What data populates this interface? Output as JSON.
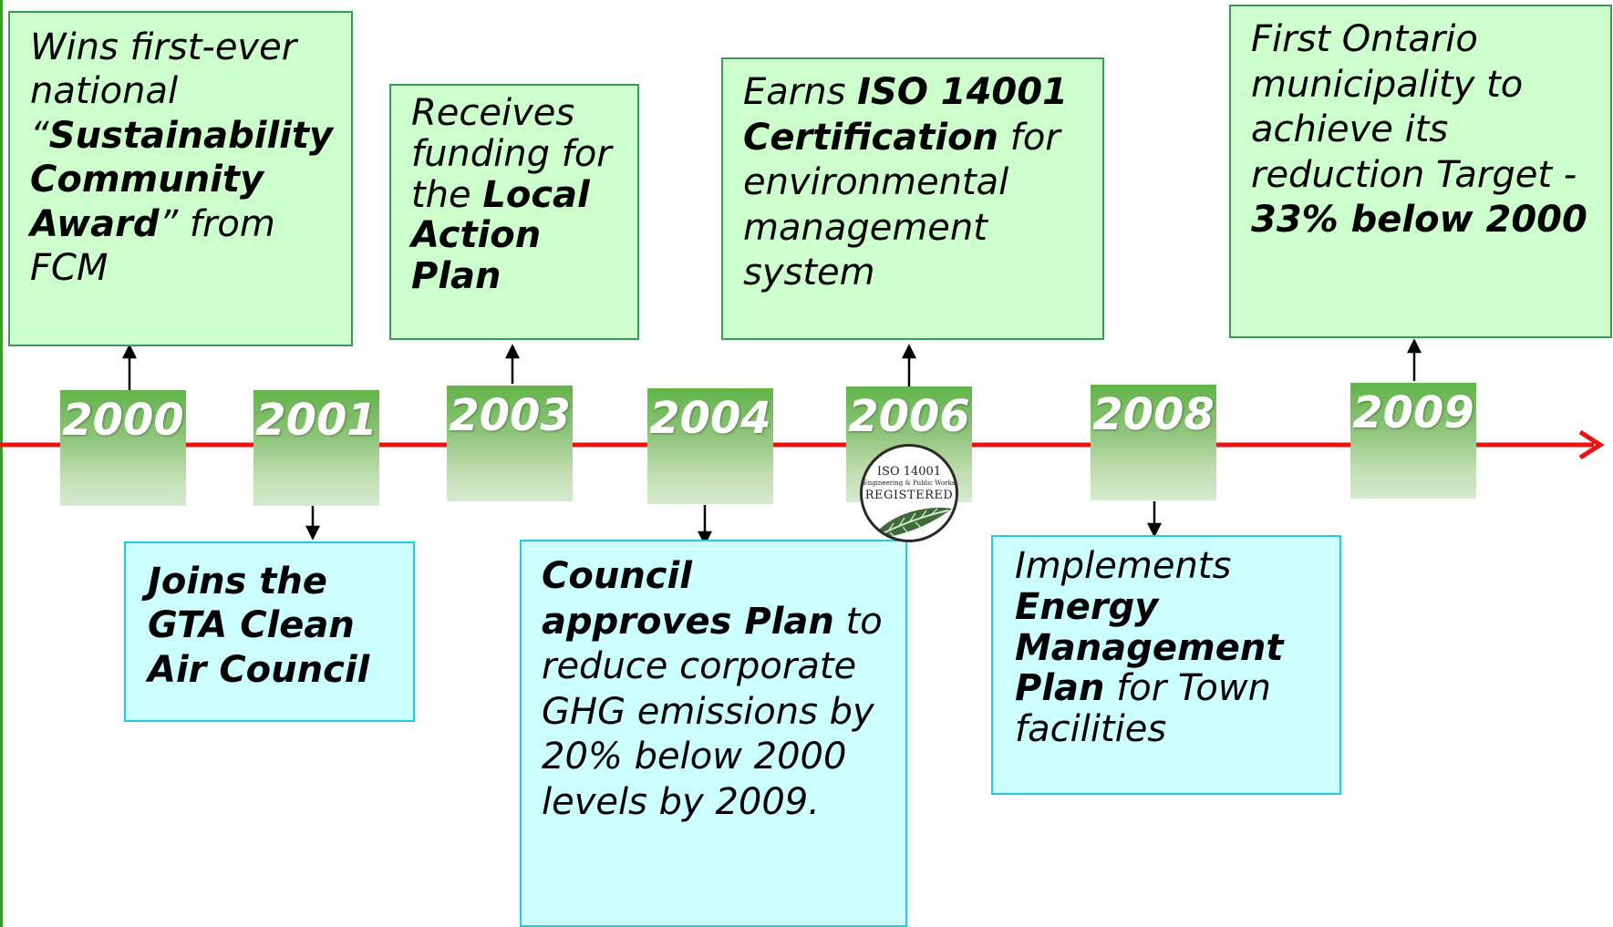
{
  "timeline": {
    "years": [
      "2000",
      "2001",
      "2003",
      "2004",
      "2006",
      "2008",
      "2009"
    ],
    "colors": {
      "line": "#ee1111",
      "green_box": "#ccffcc",
      "cyan_box": "#ccffff"
    }
  },
  "events": {
    "e2000": {
      "t1": "Wins first-ever national “",
      "t2": "Sustainability Community Award",
      "t3": "” from FCM"
    },
    "e2001": {
      "t1": "Joins the GTA Clean Air Council"
    },
    "e2003": {
      "t1": "Receives funding for the ",
      "t2": "Local Action Plan"
    },
    "e2004": {
      "t1": "Council approves Plan",
      "t2": " to reduce corporate GHG emissions by 20% below 2000 levels by 2009."
    },
    "e2006": {
      "t1": "Earns ",
      "t2": "ISO 14001 Certification",
      "t3": " for environmental management system"
    },
    "e2008": {
      "t1": "Implements ",
      "t2": "Energy Management Plan",
      "t3": " for Town facilities"
    },
    "e2009": {
      "t1": "First Ontario municipality to achieve its reduction Target - ",
      "t2": "33% below 2000"
    }
  },
  "seal": {
    "line1": "ISO 14001",
    "line2": "Engineering & Public Works",
    "line3": "REGISTERED"
  }
}
